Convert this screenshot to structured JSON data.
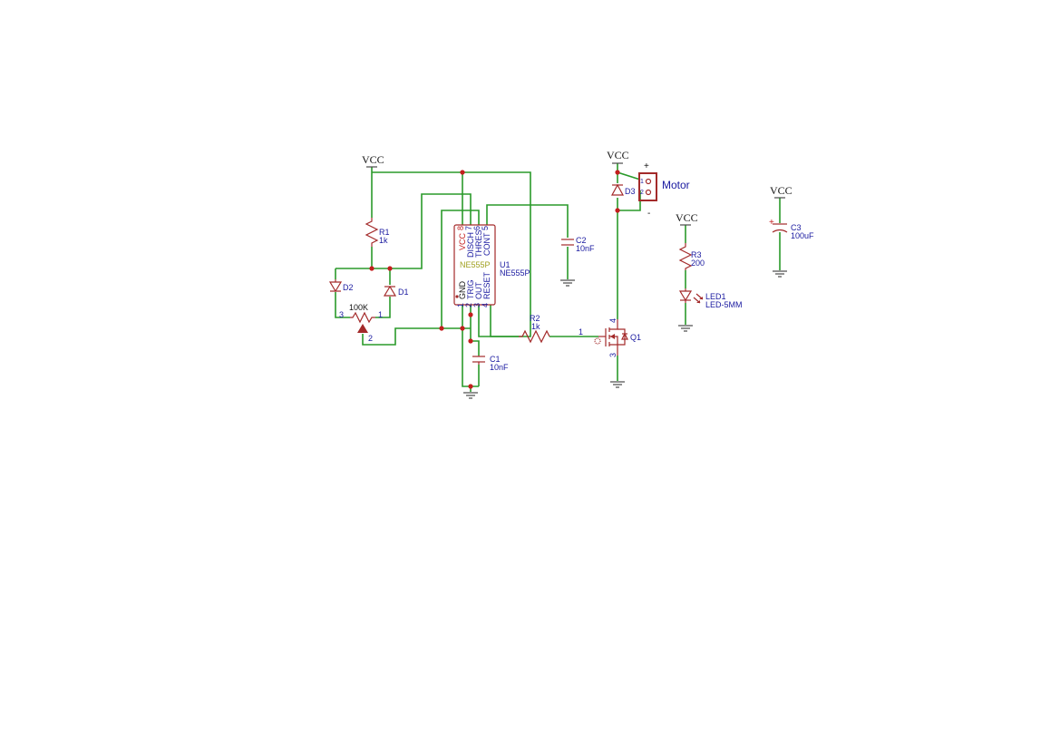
{
  "power": {
    "vcc_r1": "VCC",
    "vcc_motor": "VCC",
    "vcc_r3": "VCC",
    "vcc_c3": "VCC"
  },
  "r1": {
    "ref": "R1",
    "value": "1k"
  },
  "r2": {
    "ref": "R2",
    "value": "1k",
    "pin": "1"
  },
  "r3": {
    "ref": "R3",
    "value": "200"
  },
  "d1": {
    "ref": "D1"
  },
  "d2": {
    "ref": "D2"
  },
  "d3": {
    "ref": "D3"
  },
  "pot": {
    "value": "100K",
    "pin1": "1",
    "pin2": "2",
    "pin3": "3"
  },
  "u1": {
    "ref": "U1",
    "value": "NE555P",
    "inner_label": "NE555P",
    "pins_top": [
      {
        "name": "VCC",
        "num": "8"
      },
      {
        "name": "DISCH",
        "num": "7"
      },
      {
        "name": "THRES",
        "num": "6"
      },
      {
        "name": "CONT",
        "num": "5"
      }
    ],
    "pins_bottom": [
      {
        "name": "GND",
        "num": "1"
      },
      {
        "name": "TRIG",
        "num": "2"
      },
      {
        "name": "OUT",
        "num": "3"
      },
      {
        "name": "RESET",
        "num": "4"
      }
    ]
  },
  "c1": {
    "ref": "C1",
    "value": "10nF"
  },
  "c2": {
    "ref": "C2",
    "value": "10nF"
  },
  "c3": {
    "ref": "C3",
    "value": "100uF",
    "polarity": "+"
  },
  "q1": {
    "ref": "Q1",
    "pin_drain": "4",
    "pin_source": "3"
  },
  "motor": {
    "label": "Motor",
    "plus": "+",
    "minus": "-",
    "pin1": "1",
    "pin2": "2"
  },
  "led1": {
    "ref": "LED1",
    "value": "LED-5MM"
  },
  "colors": {
    "wire": "#2a9a2a",
    "component": "#a32a2a",
    "junction": "#c41e1e",
    "label": "#1a1aa0"
  }
}
